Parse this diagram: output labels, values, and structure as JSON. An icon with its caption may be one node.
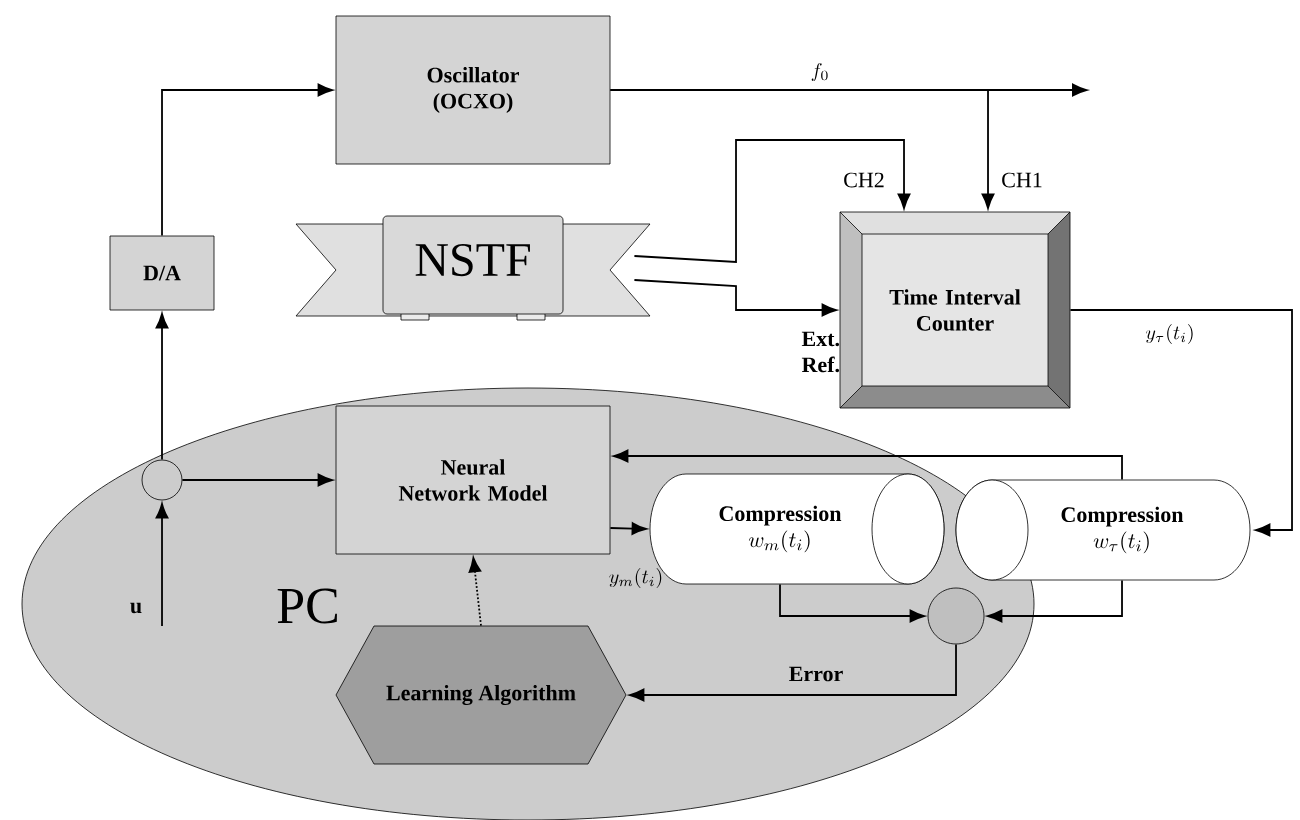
{
  "diagram": {
    "nodes": [
      {
        "text": [
          "PC"
        ]
      },
      {
        "text": [
          "Oscillator (OCXO)"
        ]
      },
      {
        "text": [
          "D/A"
        ]
      },
      {
        "text": [
          "NSTF"
        ]
      },
      {
        "text": [
          "Time Interval Counter"
        ]
      },
      {
        "text": [
          "Neural Network Model"
        ],
        "in": 0
      },
      {
        "text": [],
        "shape": "circle",
        "in": 0
      },
      {
        "text": [
          "Compression",
          "w_m(t_i)"
        ],
        "in": 0
      },
      {
        "text": [
          "Compression",
          "w_\\tau(t_i)"
        ]
      },
      {
        "text": [],
        "shape": "circle",
        "in": 0
      },
      {
        "text": [
          "Learning Algorithm"
        ],
        "in": 0
      }
    ],
    "edges": [
      {
        "from": 2,
        "to": 1,
        "arrow": "to"
      },
      {
        "from": 1,
        "to": null,
        "arrow": "to",
        "label": "f_0"
      },
      {
        "from": 1,
        "to": 4,
        "arrow": "to",
        "label": "CH1"
      },
      {
        "from": 3,
        "to": 4,
        "arrow": "to",
        "label": "CH2"
      },
      {
        "from": 3,
        "to": 4,
        "arrow": "to",
        "label": "Ext. Ref."
      },
      {
        "from": 4,
        "to": 8,
        "arrow": "to",
        "label": "y_\\tau(t_i)"
      },
      {
        "from": 6,
        "to": 2,
        "arrow": "to"
      },
      {
        "from": null,
        "to": 6,
        "arrow": "to",
        "label": "u"
      },
      {
        "from": 6,
        "to": 5,
        "arrow": "to"
      },
      {
        "from": 5,
        "to": 7,
        "arrow": "to",
        "label": "y_m(t_i)"
      },
      {
        "from": 8,
        "to": 5,
        "arrow": "to"
      },
      {
        "from": 7,
        "to": 9,
        "arrow": "to"
      },
      {
        "from": 8,
        "to": 9,
        "arrow": "to"
      },
      {
        "from": 9,
        "to": 10,
        "arrow": "to",
        "label": "Error"
      },
      {
        "from": 10,
        "to": 5,
        "arrow": "to",
        "style": "dashed"
      }
    ]
  }
}
